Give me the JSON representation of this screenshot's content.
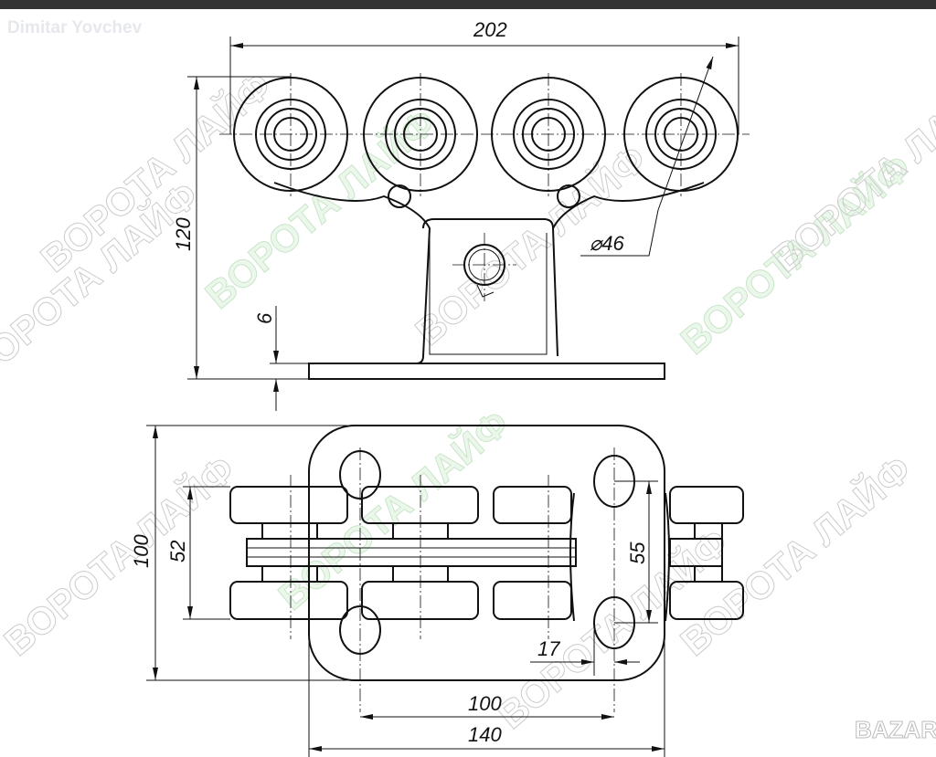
{
  "watermark": {
    "text": "ВОРОТА ЛАЙФ",
    "author": "Dimitar Yovchev",
    "logo": "BAZAR"
  },
  "dimensions": {
    "overall_width": "202",
    "height": "120",
    "plate_thickness": "6",
    "wheel_diameter": "⌀46",
    "plate_length": "100",
    "roller_span": "52",
    "slot_span": "55",
    "slot_offset": "17",
    "hole_spacing": "100",
    "plate_width": "140"
  }
}
